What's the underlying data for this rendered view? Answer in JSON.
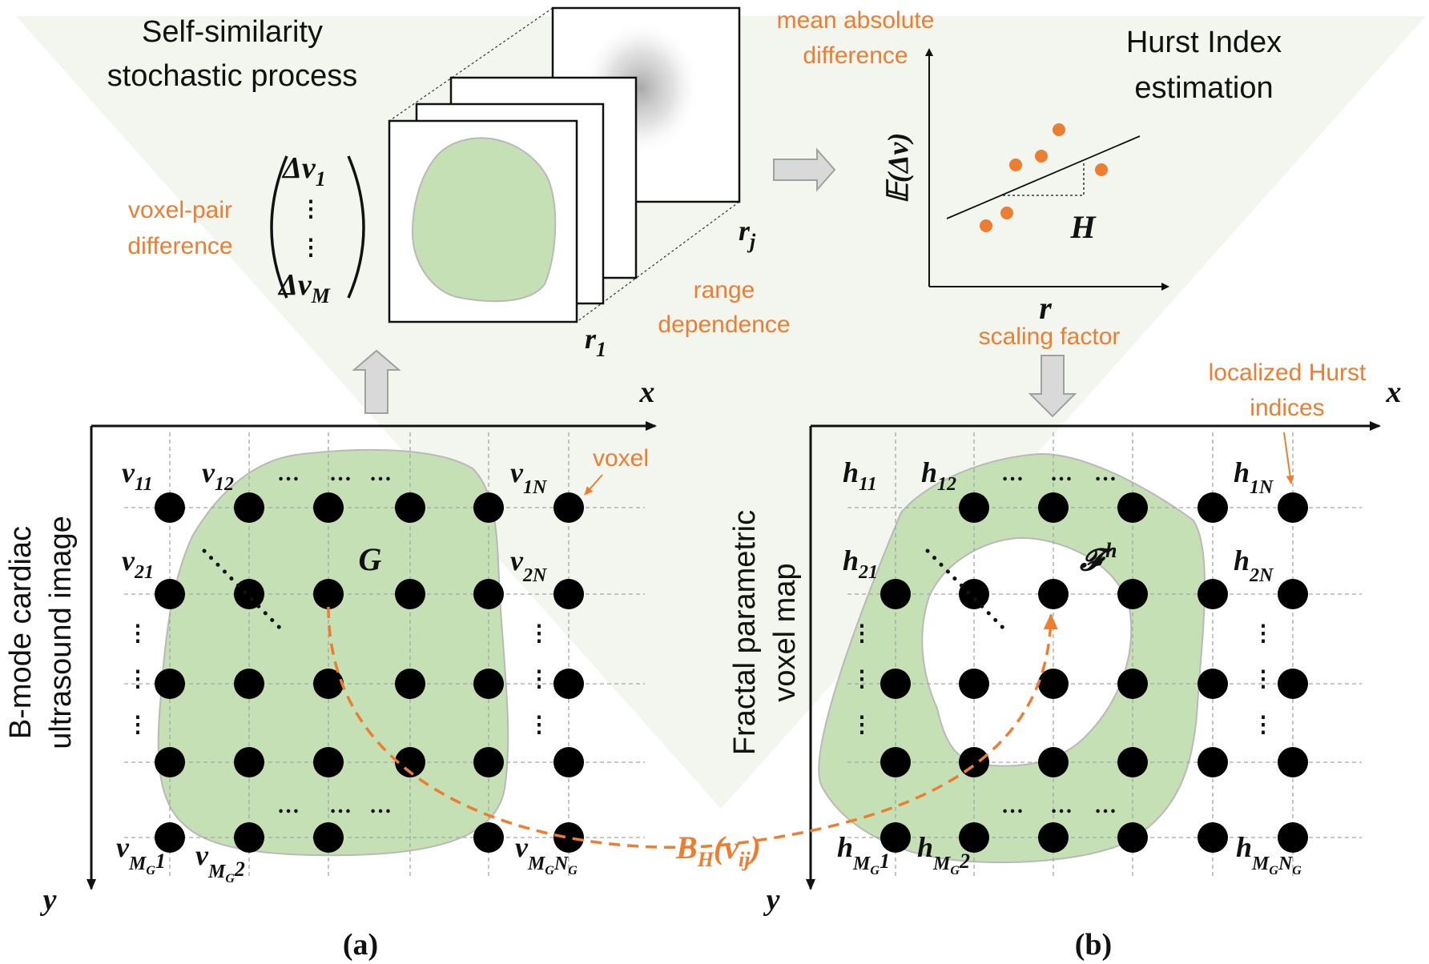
{
  "top": {
    "self_similarity_title_1": "Self-similarity",
    "self_similarity_title_2": "stochastic process",
    "voxel_pair_1": "voxel-pair",
    "voxel_pair_2": "difference",
    "vector_top": "Δv",
    "vector_top_sub": "1",
    "vector_bottom": "Δv",
    "vector_bottom_sub": "M",
    "range_1": "range",
    "range_2": "dependence",
    "frame_first": "r",
    "frame_first_sub": "1",
    "frame_last": "r",
    "frame_last_sub": "j",
    "mean_abs_1": "mean absolute",
    "mean_abs_2": "difference",
    "hurst_title_1": "Hurst Index",
    "hurst_title_2": "estimation",
    "plot_ylabel": "𝔼(Δv)",
    "plot_xlabel": "r",
    "plot_slope_label": "H",
    "scaling_factor": "scaling factor"
  },
  "panel_a": {
    "side_label_1": "B-mode cardiac",
    "side_label_2": "ultrasound image",
    "x_axis": "x",
    "y_axis": "y",
    "region_label": "G",
    "voxel_note": "voxel",
    "v11": "v",
    "v11_sub": "11",
    "v12": "v",
    "v12_sub": "12",
    "v1N": "v",
    "v1N_sub": "1N",
    "v21": "v",
    "v21_sub": "21",
    "v2N": "v",
    "v2N_sub": "2N",
    "vMG1": "v",
    "vMG1_sub": "M",
    "vMG1_subsub": "G",
    "vMG1_tail": "1",
    "vMG2": "v",
    "vMG2_sub": "M",
    "vMG2_subsub": "G",
    "vMG2_tail": "2",
    "vMGNG": "v",
    "vMGNG_sub": "M",
    "vMGNG_subsub": "G",
    "vMGNG_tail": "N",
    "vMGNG_tailsub": "G",
    "caption": "(a)"
  },
  "panel_b": {
    "side_label_1": "Fractal parametric",
    "side_label_2": "voxel map",
    "x_axis": "x",
    "y_axis": "y",
    "region_label": "𝓕",
    "region_sup": "h",
    "hurst_note_1": "localized Hurst",
    "hurst_note_2": "indices",
    "h11": "h",
    "h11_sub": "11",
    "h12": "h",
    "h12_sub": "12",
    "h1N": "h",
    "h1N_sub": "1N",
    "h21": "h",
    "h21_sub": "21",
    "h2N": "h",
    "h2N_sub": "2N",
    "hMG1": "h",
    "hMG1_sub": "M",
    "hMG1_subsub": "G",
    "hMG1_tail": "1",
    "hMG2": "h",
    "hMG2_sub": "M",
    "hMG2_subsub": "G",
    "hMG2_tail": "2",
    "hMGNG": "h",
    "hMGNG_sub": "M",
    "hMGNG_subsub": "G",
    "hMGNG_tail": "N",
    "hMGNG_tailsub": "G",
    "caption": "(b)"
  },
  "mapping_label": "B",
  "mapping_sub": "H",
  "mapping_arg": "(v",
  "mapping_arg_sub": "ij",
  "mapping_close": ")",
  "ellipsis": "…",
  "vdots": "⋮",
  "colors": {
    "accent_orange": "#ED7D31",
    "region_green": "#C5E0B4",
    "background_wedge": "#F3F6EE",
    "voxel": "#000000"
  }
}
